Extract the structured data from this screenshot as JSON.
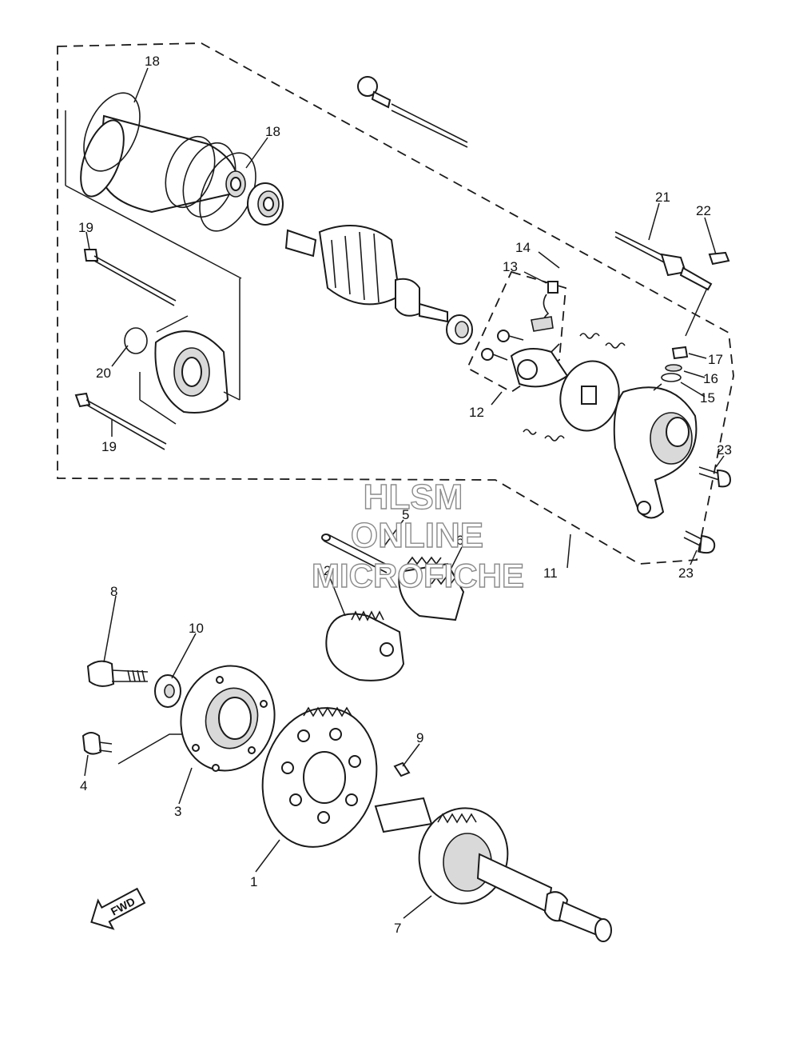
{
  "diagram": {
    "callouts": {
      "c1": "1",
      "c2": "2",
      "c3": "3",
      "c4": "4",
      "c5": "5",
      "c6": "6",
      "c7": "7",
      "c8": "8",
      "c9": "9",
      "c10": "10",
      "c11": "11",
      "c12": "12",
      "c13": "13",
      "c14": "14",
      "c15": "15",
      "c16": "16",
      "c17": "17",
      "c18a": "18",
      "c18b": "18",
      "c19a": "19",
      "c19b": "19",
      "c20": "20",
      "c21": "21",
      "c22": "22",
      "c23a": "23",
      "c23b": "23"
    },
    "watermark": {
      "line1": "HLSM",
      "line2": "ONLINE",
      "line3": "MICROFICHE"
    },
    "direction_arrow": {
      "label": "FWD",
      "icon": "fwd-arrow-icon"
    }
  }
}
